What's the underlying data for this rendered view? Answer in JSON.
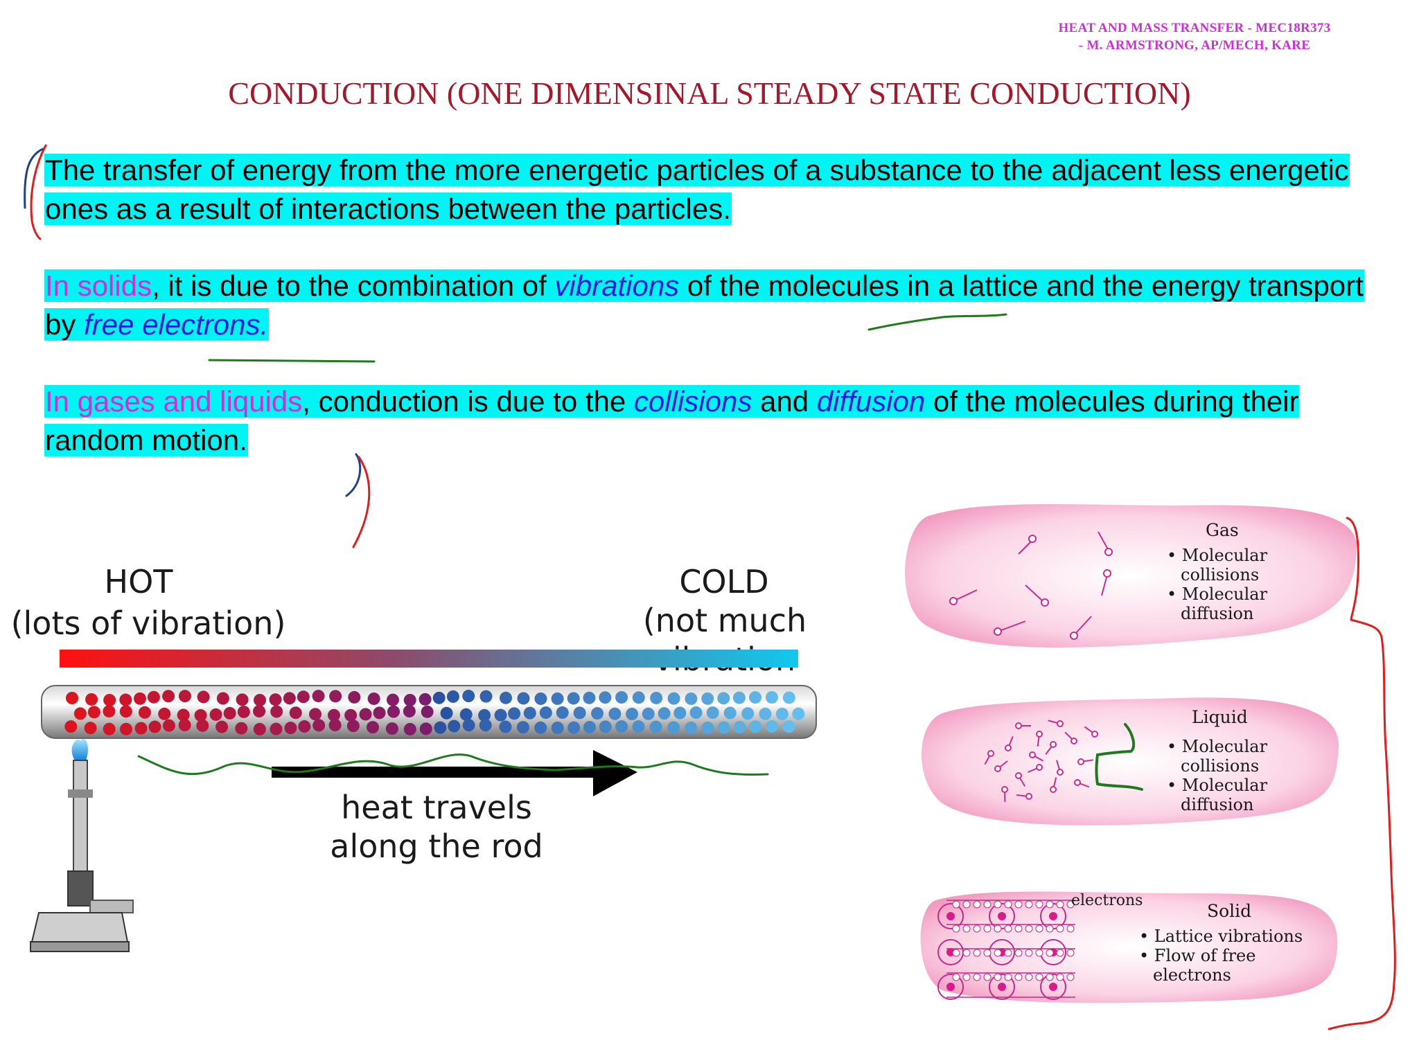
{
  "header": {
    "line1": "HEAT AND MASS TRANSFER - MEC18R373",
    "line2": "- M. ARMSTRONG, AP/MECH, KARE"
  },
  "title": "CONDUCTION (ONE DIMENSINAL STEADY STATE CONDUCTION)",
  "para1": {
    "text": "The transfer of energy from the more energetic particles of a substance to the adjacent less energetic ones as a result of interactions between the particles."
  },
  "para2": {
    "lead": "In solids",
    "mid1": ", it is due to the combination of ",
    "em1": "vibrations",
    "mid2": " of the molecules in a lattice and the energy transport by ",
    "em2": "free electrons."
  },
  "para3": {
    "lead": "In gases and liquids",
    "mid1": ", conduction is due to the ",
    "em1": "collisions",
    "mid2": " and ",
    "em2": "diffusion",
    "mid3": " of the molecules during their random motion."
  },
  "rod_figure": {
    "hot_label": "HOT",
    "hot_sub": "(lots of vibration)",
    "cold_label": "COLD",
    "cold_sub": "(not much vibration",
    "arrow_line1": "heat travels",
    "arrow_line2": "along the rod"
  },
  "phases": {
    "gas": {
      "title": "Gas",
      "b1": "• Molecular",
      "b1b": "collisions",
      "b2": "• Molecular",
      "b2b": "diffusion"
    },
    "liquid": {
      "title": "Liquid",
      "b1": "• Molecular",
      "b1b": "collisions",
      "b2": "• Molecular",
      "b2b": "diffusion"
    },
    "solid": {
      "electrons": "electrons",
      "title": "Solid",
      "b1": "• Lattice vibrations",
      "b2": "• Flow of free",
      "b2b": "electrons"
    }
  },
  "colors": {
    "highlight": "#00f4f4",
    "title": "#a3182a",
    "header": "#cc2fd4",
    "magenta_text": "#d52bd8",
    "blue_text": "#1b1be0",
    "ink_red": "#e31b1b",
    "ink_green": "#1f7a1f",
    "ink_blue": "#1c3f8f",
    "blob_pink": "#f7b6d2"
  }
}
